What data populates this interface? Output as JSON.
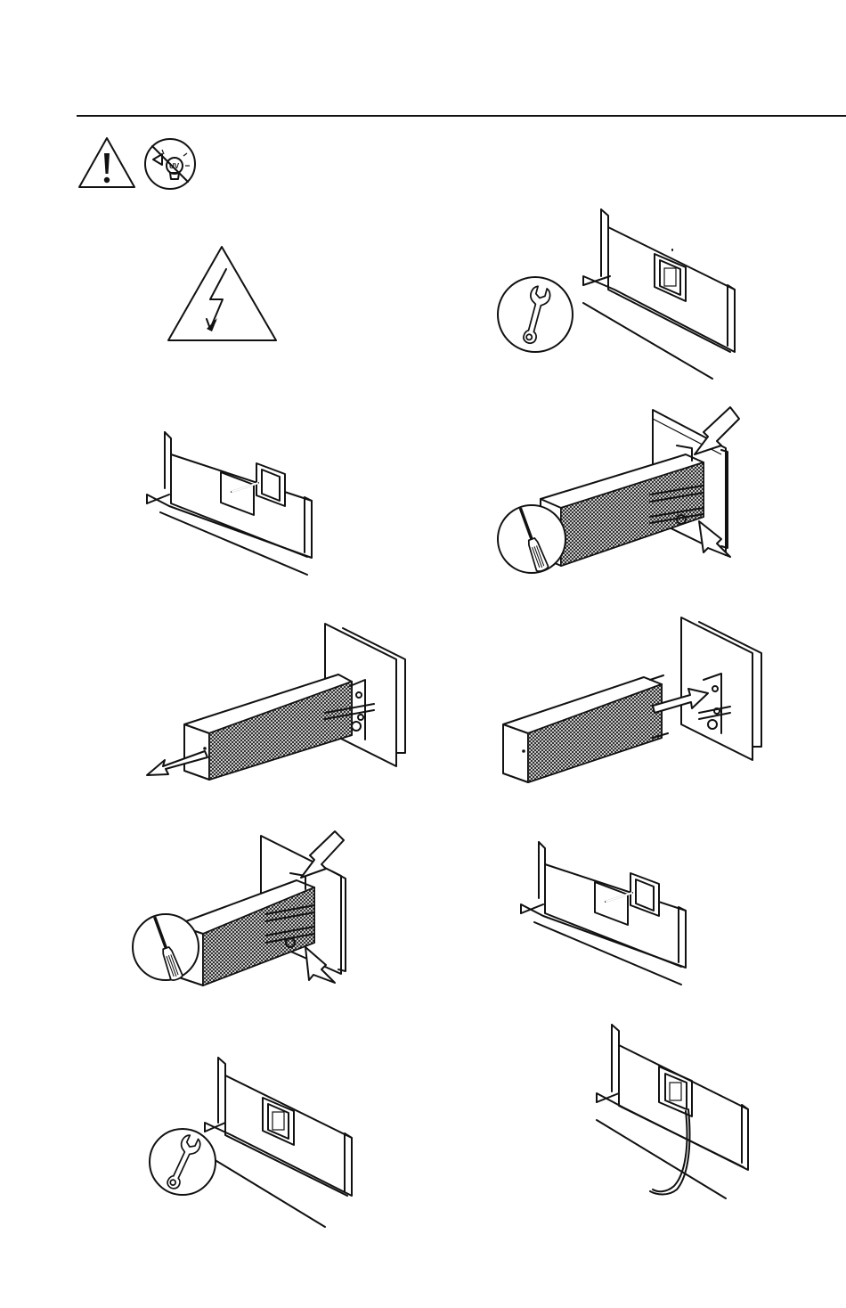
{
  "header": {
    "icons": [
      "warning-triangle-icon",
      "no-uv-light-icon"
    ],
    "uv_label": "UV"
  },
  "steps": [
    {
      "id": 1,
      "icon": "electrical-hazard-icon"
    },
    {
      "id": 2,
      "icon": "wrench-icon"
    },
    {
      "id": 3,
      "icon": "none"
    },
    {
      "id": 4,
      "icon": "screwdriver-icon"
    },
    {
      "id": 5,
      "icon": "none"
    },
    {
      "id": 6,
      "icon": "none"
    },
    {
      "id": 7,
      "icon": "screwdriver-icon"
    },
    {
      "id": 8,
      "icon": "none"
    },
    {
      "id": 9,
      "icon": "wrench-icon"
    },
    {
      "id": 10,
      "icon": "none"
    }
  ],
  "colors": {
    "ink": "#111111",
    "paper": "#ffffff"
  }
}
